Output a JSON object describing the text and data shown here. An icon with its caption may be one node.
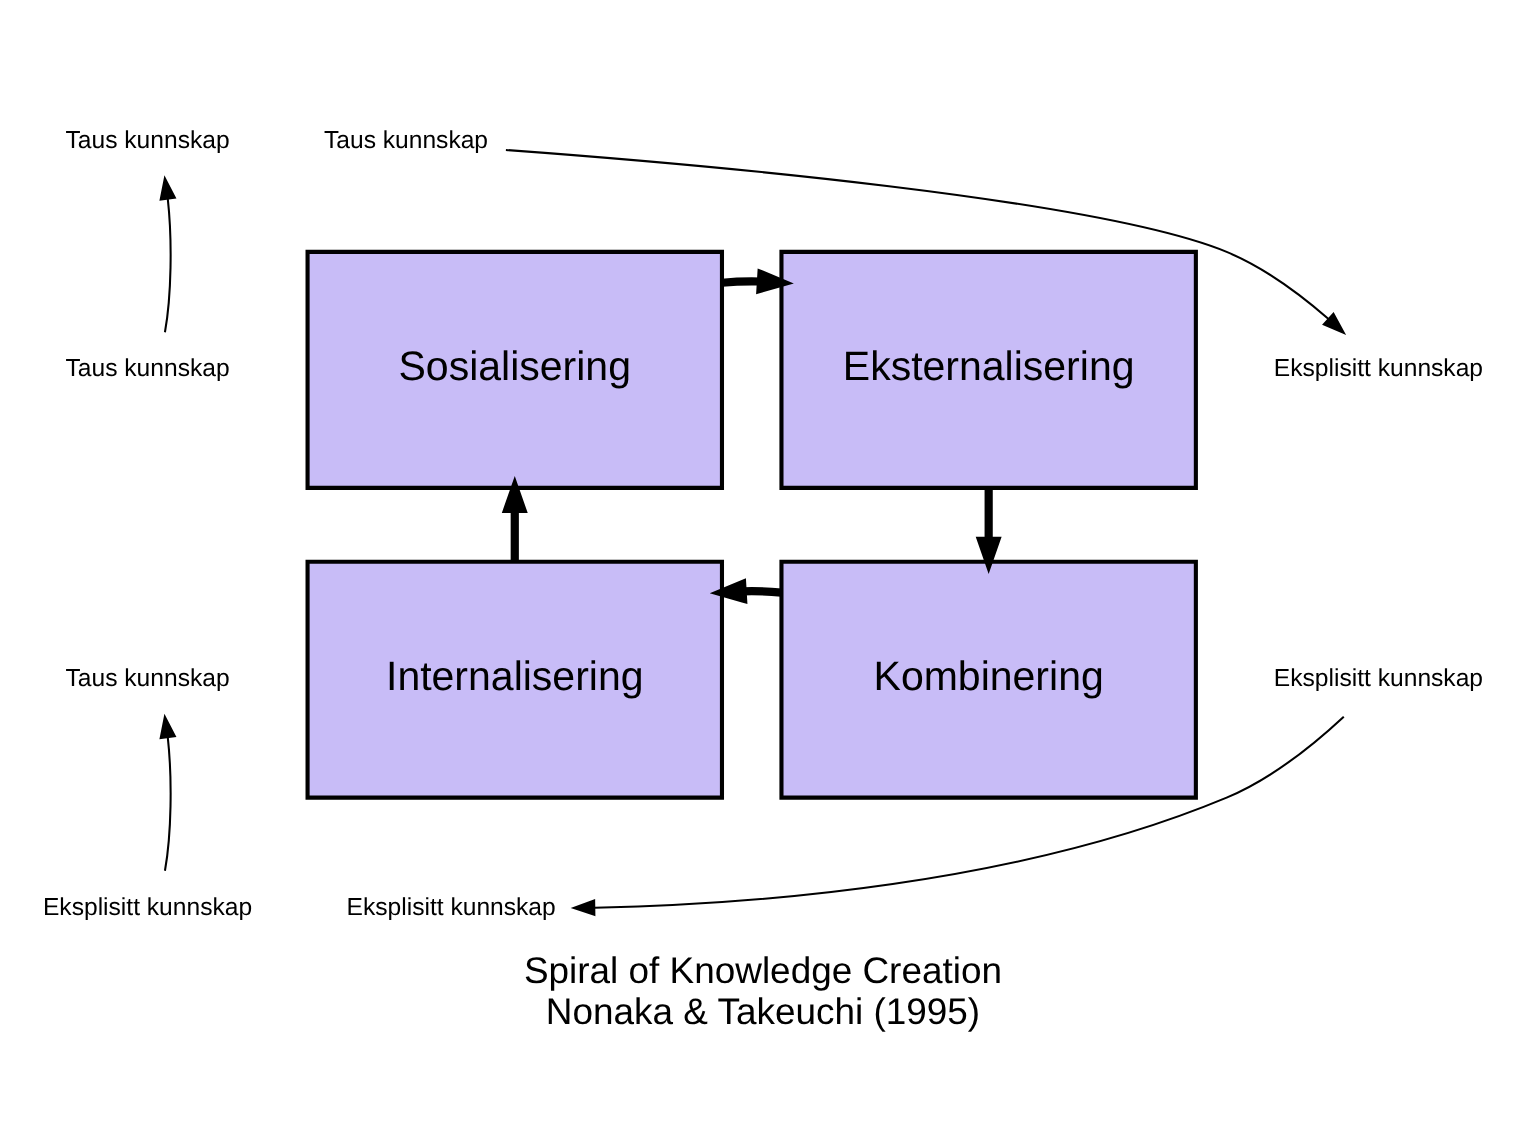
{
  "diagram": {
    "title": "Spiral of Knowledge Creation",
    "caption": "Nonaka & Takeuchi (1995)",
    "nodes": [
      {
        "text": [
          "Sosialisering"
        ]
      },
      {
        "text": [
          "Eksternalisering"
        ]
      },
      {
        "text": [
          "Internalisering"
        ]
      },
      {
        "text": [
          "Kombinering"
        ]
      },
      {
        "text": [
          "Taus kunnskap"
        ]
      },
      {
        "text": [
          "Taus kunnskap"
        ]
      },
      {
        "text": [
          "Taus kunnskap"
        ]
      },
      {
        "text": [
          "Eksplisitt kunnskap"
        ]
      },
      {
        "text": [
          "Taus kunnskap"
        ]
      },
      {
        "text": [
          "Eksplisitt kunnskap"
        ]
      },
      {
        "text": [
          "Eksplisitt kunnskap"
        ]
      },
      {
        "text": [
          "Eksplisitt kunnskap"
        ]
      }
    ],
    "edges": [
      {
        "from": 0,
        "to": 1,
        "arrow": "to",
        "style": "thick"
      },
      {
        "from": 1,
        "to": 3,
        "arrow": "to",
        "style": "thick"
      },
      {
        "from": 3,
        "to": 2,
        "arrow": "to",
        "style": "thick"
      },
      {
        "from": 2,
        "to": 0,
        "arrow": "to",
        "style": "thick"
      },
      {
        "from": 6,
        "to": 4,
        "arrow": "to"
      },
      {
        "from": 5,
        "to": 7,
        "arrow": "to"
      },
      {
        "from": 9,
        "to": 11,
        "arrow": "to"
      },
      {
        "from": 10,
        "to": 8,
        "arrow": "to"
      }
    ]
  }
}
